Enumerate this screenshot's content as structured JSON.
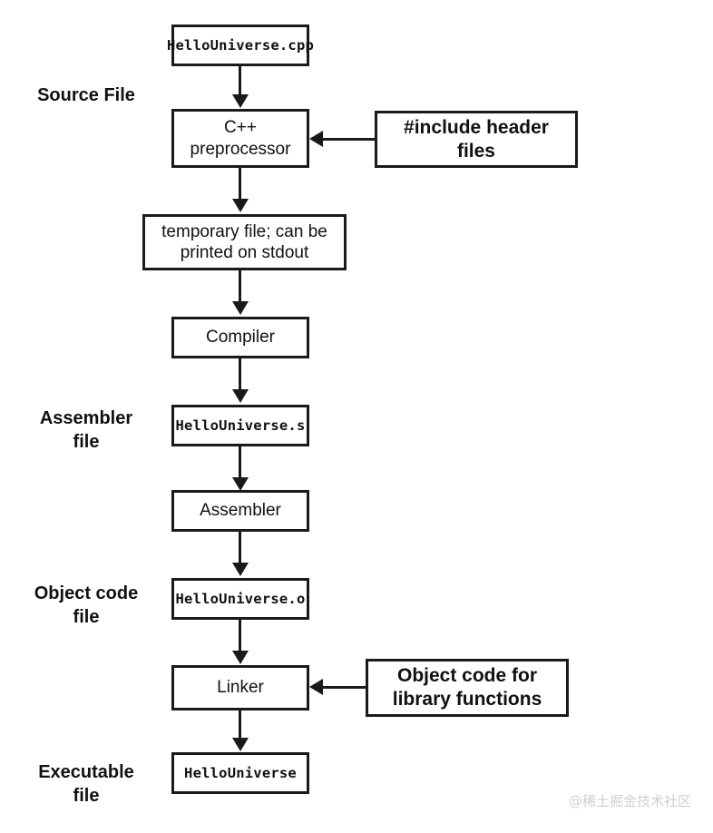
{
  "diagram": {
    "title": "C++ compilation pipeline",
    "stage_labels": [
      {
        "id": "source-file",
        "text": "Source File"
      },
      {
        "id": "assembler-file",
        "text": "Assembler\nfile"
      },
      {
        "id": "object-code-file",
        "text": "Object code\nfile"
      },
      {
        "id": "executable-file",
        "text": "Executable\nfile"
      }
    ],
    "nodes": [
      {
        "id": "hellouniverse-cpp",
        "text": "HelloUniverse.cpp",
        "kind": "file"
      },
      {
        "id": "cpp-preprocessor",
        "text": "C++\npreprocessor",
        "kind": "process"
      },
      {
        "id": "include-header-files",
        "text": "#include header\nfiles",
        "kind": "note"
      },
      {
        "id": "temporary-file",
        "text": "temporary file; can be\nprinted on stdout",
        "kind": "process"
      },
      {
        "id": "compiler",
        "text": "Compiler",
        "kind": "process"
      },
      {
        "id": "hellouniverse-s",
        "text": "HelloUniverse.s",
        "kind": "file"
      },
      {
        "id": "assembler",
        "text": "Assembler",
        "kind": "process"
      },
      {
        "id": "hellouniverse-o",
        "text": "HelloUniverse.o",
        "kind": "file"
      },
      {
        "id": "linker",
        "text": "Linker",
        "kind": "process"
      },
      {
        "id": "object-code-library",
        "text": "Object code for\nlibrary functions",
        "kind": "note"
      },
      {
        "id": "hellouniverse-exe",
        "text": "HelloUniverse",
        "kind": "file"
      }
    ],
    "edges": [
      {
        "from": "hellouniverse-cpp",
        "to": "cpp-preprocessor",
        "direction": "down"
      },
      {
        "from": "include-header-files",
        "to": "cpp-preprocessor",
        "direction": "left"
      },
      {
        "from": "cpp-preprocessor",
        "to": "temporary-file",
        "direction": "down"
      },
      {
        "from": "temporary-file",
        "to": "compiler",
        "direction": "down"
      },
      {
        "from": "compiler",
        "to": "hellouniverse-s",
        "direction": "down"
      },
      {
        "from": "hellouniverse-s",
        "to": "assembler",
        "direction": "down"
      },
      {
        "from": "assembler",
        "to": "hellouniverse-o",
        "direction": "down"
      },
      {
        "from": "hellouniverse-o",
        "to": "linker",
        "direction": "down"
      },
      {
        "from": "object-code-library",
        "to": "linker",
        "direction": "left"
      },
      {
        "from": "linker",
        "to": "hellouniverse-exe",
        "direction": "down"
      }
    ],
    "colors": {
      "stroke": "#1a1a1a",
      "fill": "#ffffff",
      "text": "#111111",
      "watermark": "#cfcfcf"
    }
  },
  "watermark": {
    "text": "@稀土掘金技术社区"
  }
}
